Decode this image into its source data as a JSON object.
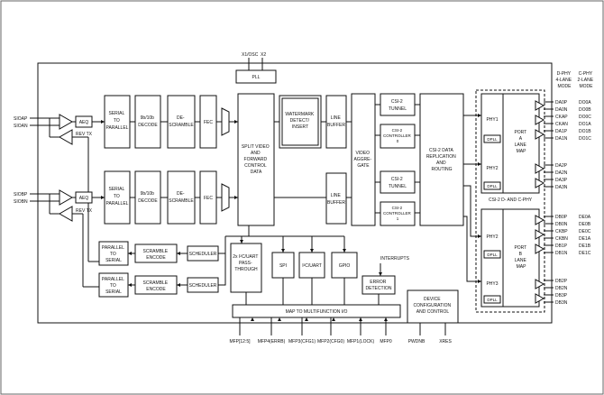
{
  "pins": {
    "x1osc": "X1/OSC",
    "x2": "X2",
    "sioap": "SIOAP",
    "sioan": "SIOAN",
    "siobp": "SIOBP",
    "siobn": "SIOBN",
    "pwdnb": "PWDNB",
    "xres": "XRES",
    "interrupts": "INTERRUPTS"
  },
  "pll": "PLL",
  "lane_a": {
    "aeq": "AEQ",
    "rev_tx": "REV TX",
    "serial_to_parallel": [
      "SERIAL",
      "TO",
      "PARALLEL"
    ],
    "decode": [
      "9b/10b",
      "DECODE"
    ],
    "descramble": [
      "DE-",
      "SCRAMBLE"
    ],
    "fec": "FEC"
  },
  "lane_b": {
    "aeq": "AEQ",
    "rev_tx": "REV TX",
    "serial_to_parallel": [
      "SERIAL",
      "TO",
      "PARALLEL"
    ],
    "decode": [
      "9b/10b",
      "DECODE"
    ],
    "descramble": [
      "DE-",
      "SCRAMBLE"
    ],
    "fec": "FEC"
  },
  "split_video": [
    "SPLIT VIDEO",
    "AND",
    "FORWARD",
    "CONTROL",
    "DATA"
  ],
  "watermark": [
    "WATERMARK",
    "DETECT/",
    "INSERT"
  ],
  "line_buffer_top": [
    "LINE",
    "BUFFER"
  ],
  "line_buffer_bottom": [
    "LINE",
    "BUFFER"
  ],
  "video_aggregate": [
    "VIDEO",
    "AGGRE-",
    "GATE"
  ],
  "csi_tunnel_top": [
    "CSI-2",
    "TUNNEL"
  ],
  "csi_controller_0": [
    "CSI-2",
    "CONTROLLER",
    "0"
  ],
  "csi_tunnel_bottom": [
    "CSI-2",
    "TUNNEL"
  ],
  "csi_controller_1": [
    "CSI-2",
    "CONTROLLER",
    "1"
  ],
  "csi_replication": [
    "CSI-2 DATA",
    "REPLICATION",
    "AND",
    "ROUTING"
  ],
  "phy_top_group": {
    "phy1": "PHY1",
    "phy2": "PHY2",
    "dpll": "DPLL",
    "dpll2": "DPLL",
    "port_map": [
      "PORT",
      "A",
      "LANE",
      "MAP"
    ]
  },
  "phy_bottom_group": {
    "phy2": "PHY2",
    "phy3": "PHY3",
    "dpll": "DPLL",
    "dpll2": "DPLL",
    "port_map": [
      "PORT",
      "B",
      "LANE",
      "MAP"
    ]
  },
  "csi_dphy_label": "CSI-2 D- AND C-PHY",
  "dphy_header": [
    "D-PHY",
    "4-LANE",
    "MODE"
  ],
  "cphy_header": [
    "C-PHY",
    "2-LANE",
    "MODE"
  ],
  "outputs": [
    {
      "d": "DA0P",
      "c": "DO0A"
    },
    {
      "d": "DA0N",
      "c": "DO0B"
    },
    {
      "d": "CKAP",
      "c": "DO0C"
    },
    {
      "d": "CKAN",
      "c": "DO1A"
    },
    {
      "d": "DA1P",
      "c": "DO1B"
    },
    {
      "d": "DA1N",
      "c": "DO1C"
    },
    {
      "d": "DA2P",
      "c": ""
    },
    {
      "d": "DA2N",
      "c": ""
    },
    {
      "d": "DA3P",
      "c": ""
    },
    {
      "d": "DA3N",
      "c": ""
    },
    {
      "d": "DB0P",
      "c": "DE0A"
    },
    {
      "d": "DB0N",
      "c": "DE0B"
    },
    {
      "d": "CKBP",
      "c": "DE0C"
    },
    {
      "d": "CKBN",
      "c": "DE1A"
    },
    {
      "d": "DB1P",
      "c": "DE1B"
    },
    {
      "d": "DB1N",
      "c": "DE1C"
    },
    {
      "d": "DB2P",
      "c": ""
    },
    {
      "d": "DB2N",
      "c": ""
    },
    {
      "d": "DB3P",
      "c": ""
    },
    {
      "d": "DB3N",
      "c": ""
    }
  ],
  "ptsl_1": [
    "PARALLEL",
    "TO",
    "SERIAL"
  ],
  "ptsl_2": [
    "PARALLEL",
    "TO",
    "SERIAL"
  ],
  "scramble_1": [
    "SCRAMBLE",
    "ENCODE"
  ],
  "scramble_2": [
    "SCRAMBLE",
    "ENCODE"
  ],
  "scheduler_1": "SCHEDULER",
  "scheduler_2": "SCHEDULER",
  "passthrough": [
    "2x I²C/UART",
    "PASS-",
    "THROUGH"
  ],
  "spi": "SPI",
  "i2c_uart": "I²C/UART",
  "gpio": "GPIO",
  "error_detection": [
    "ERROR",
    "DETECTION"
  ],
  "device_config": [
    "DEVICE",
    "CONFIGURATION",
    "AND CONTROL"
  ],
  "map_mfp": "MAP TO MULTIFUNCTION I/O",
  "mfp_labels": [
    "MFP[12:5]",
    "MFP4(ERRB)",
    "MFP3(CFG1)",
    "MFP2(CFG0)",
    "MFP1(LOCK)",
    "MFP0"
  ]
}
